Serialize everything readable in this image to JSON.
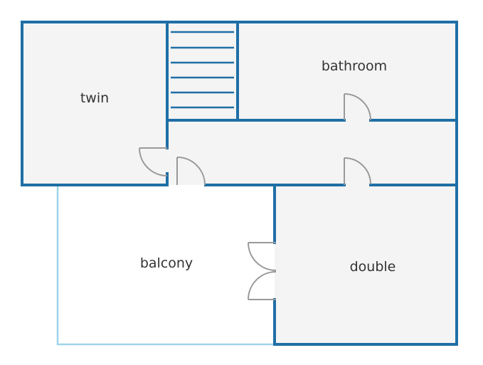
{
  "rooms": [
    {
      "id": "twin",
      "label": "twin"
    },
    {
      "id": "bathroom",
      "label": "bathroom"
    },
    {
      "id": "balcony",
      "label": "balcony"
    },
    {
      "id": "double",
      "label": "double"
    }
  ],
  "colors": {
    "wall": "#1f6fa6",
    "balcony_rail": "#9fd4ea",
    "floor": "#f4f4f4",
    "door": "#999999",
    "text": "#333333",
    "background": "#ffffff"
  },
  "elements": {
    "stairs": {
      "steps": 6
    },
    "doors": [
      "twin-door",
      "hall-left-door",
      "bathroom-door",
      "double-top-door",
      "balcony-double-door-upper",
      "balcony-double-door-lower"
    ]
  }
}
